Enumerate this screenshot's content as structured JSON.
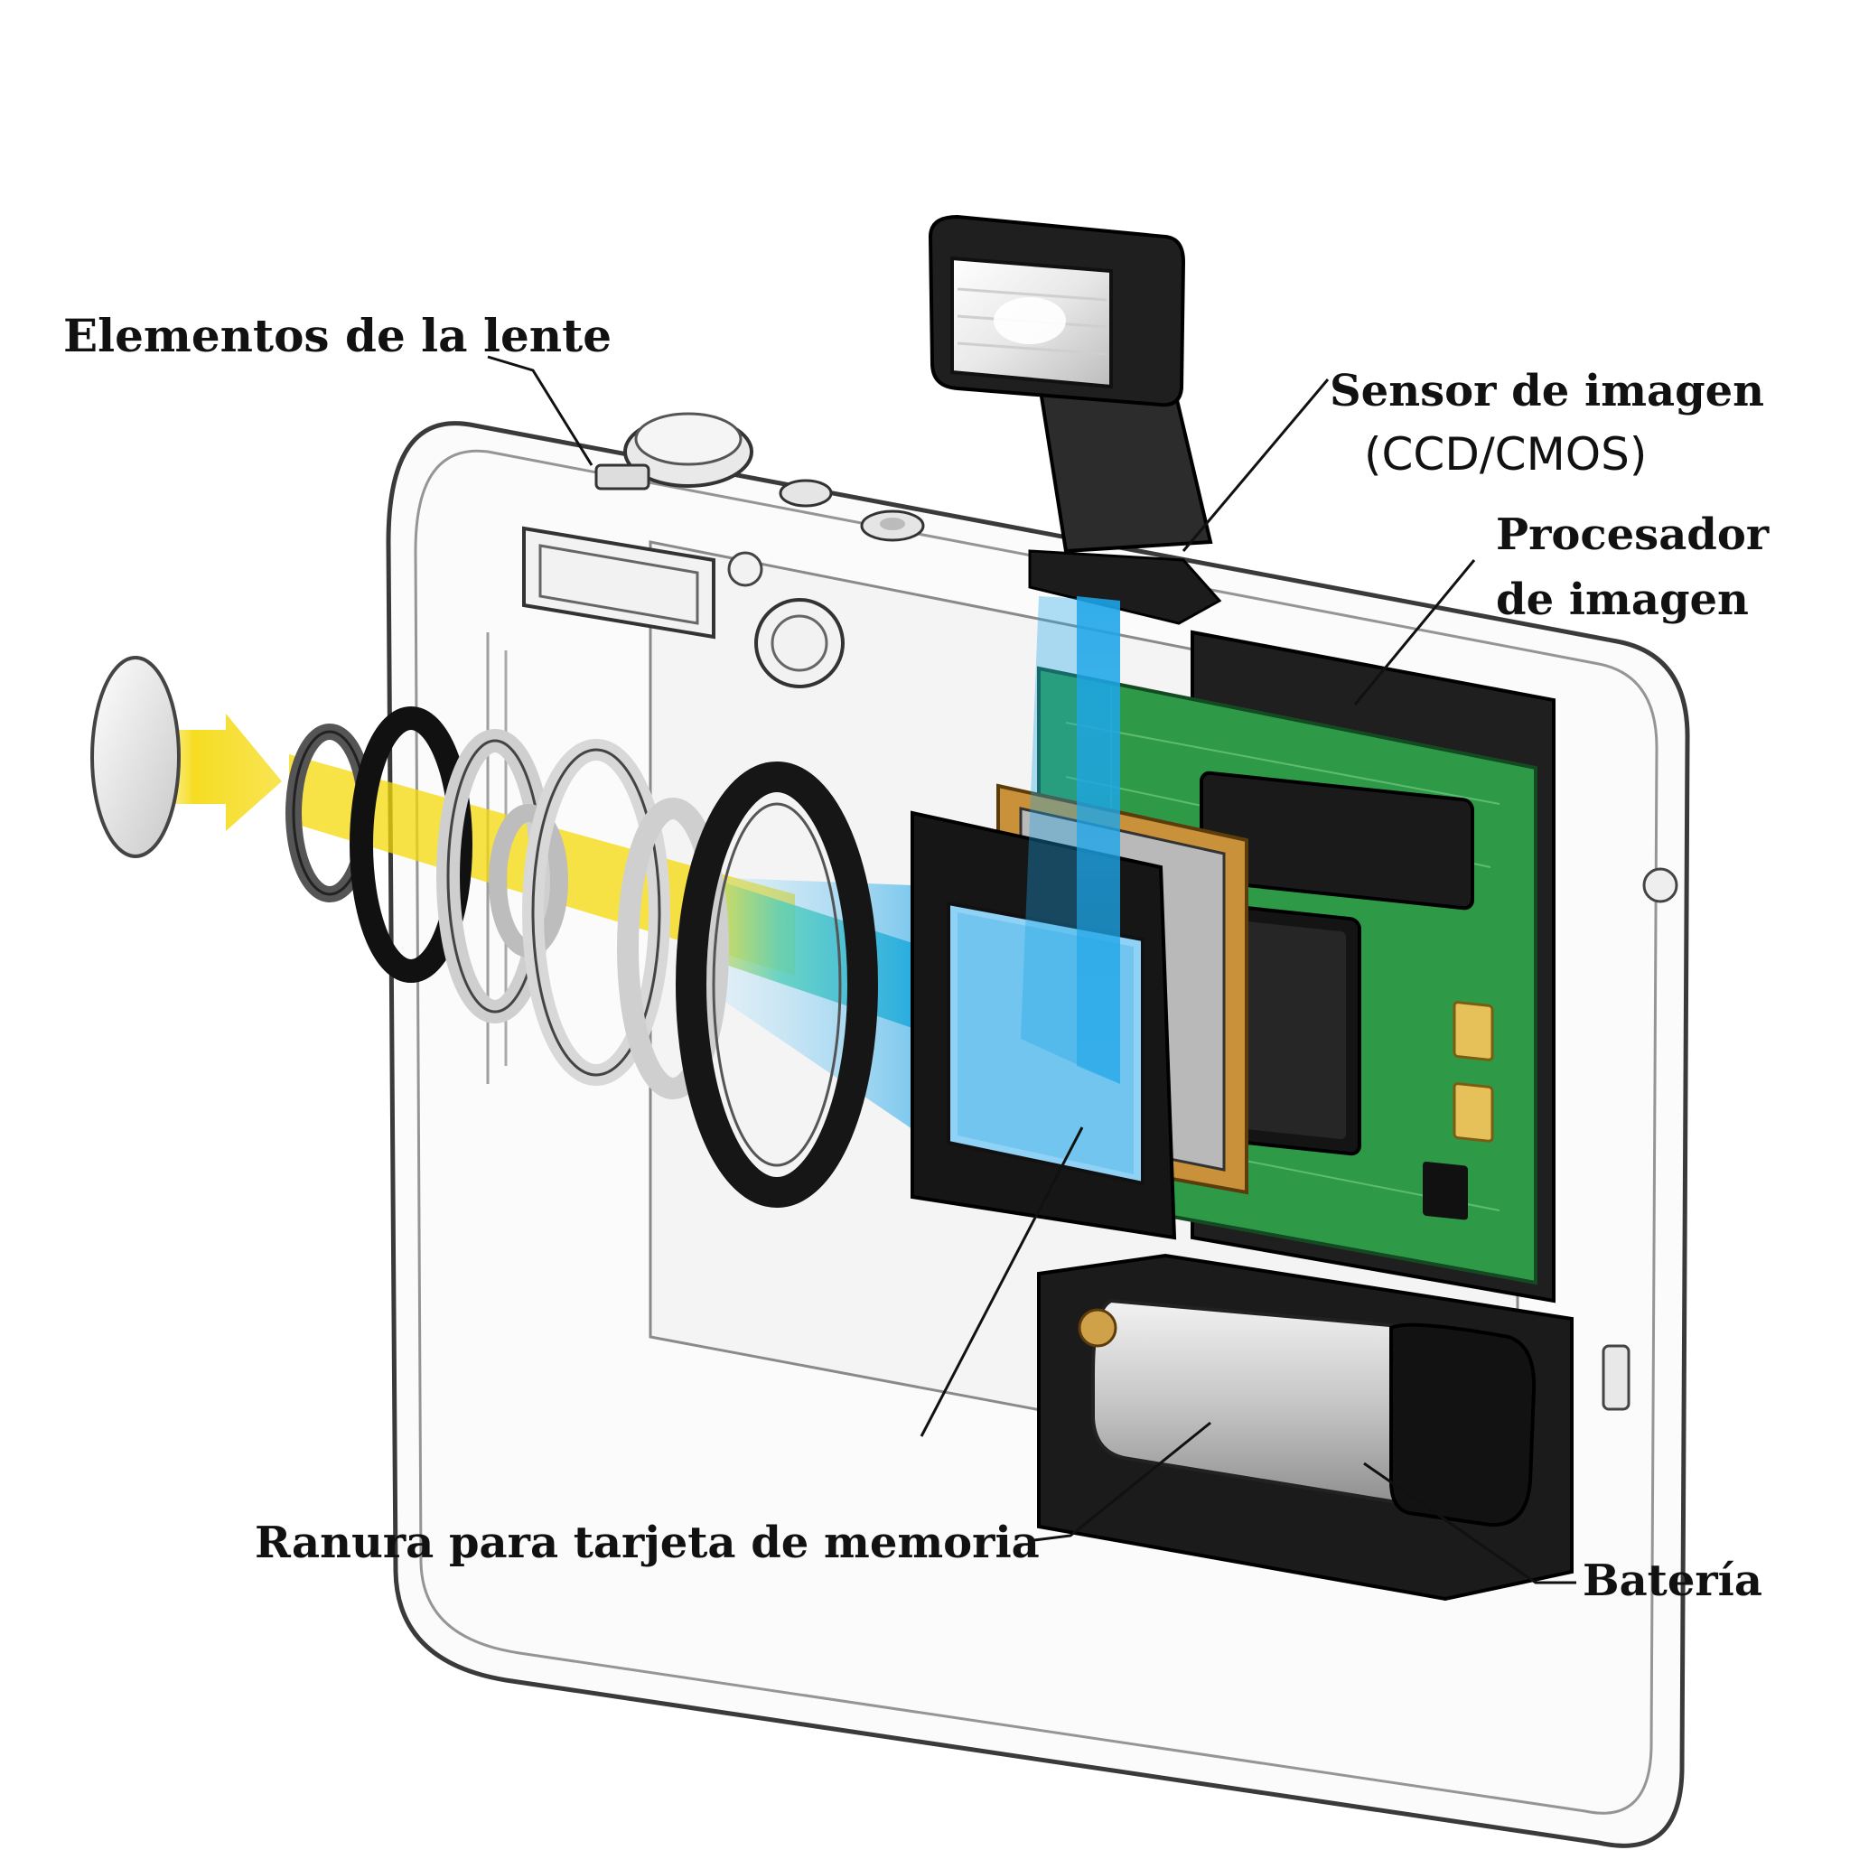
{
  "labels": {
    "lens_elements": "Elementos de la lente",
    "image_sensor": "Sensor de imagen",
    "image_sensor_type": "(CCD/CMOS)",
    "processor_line1": "Procesador",
    "processor_line2": "de imagen",
    "memory_card_slot": "Ranura para tarjeta de memoria",
    "battery": "Batería"
  },
  "colors": {
    "light_ray": "#f5d90a",
    "sensor_ray": "#1ea5e8",
    "pcb": "#2e9a48",
    "sensor_frame": "#c9923a",
    "body_outline": "#3a3a3a"
  }
}
